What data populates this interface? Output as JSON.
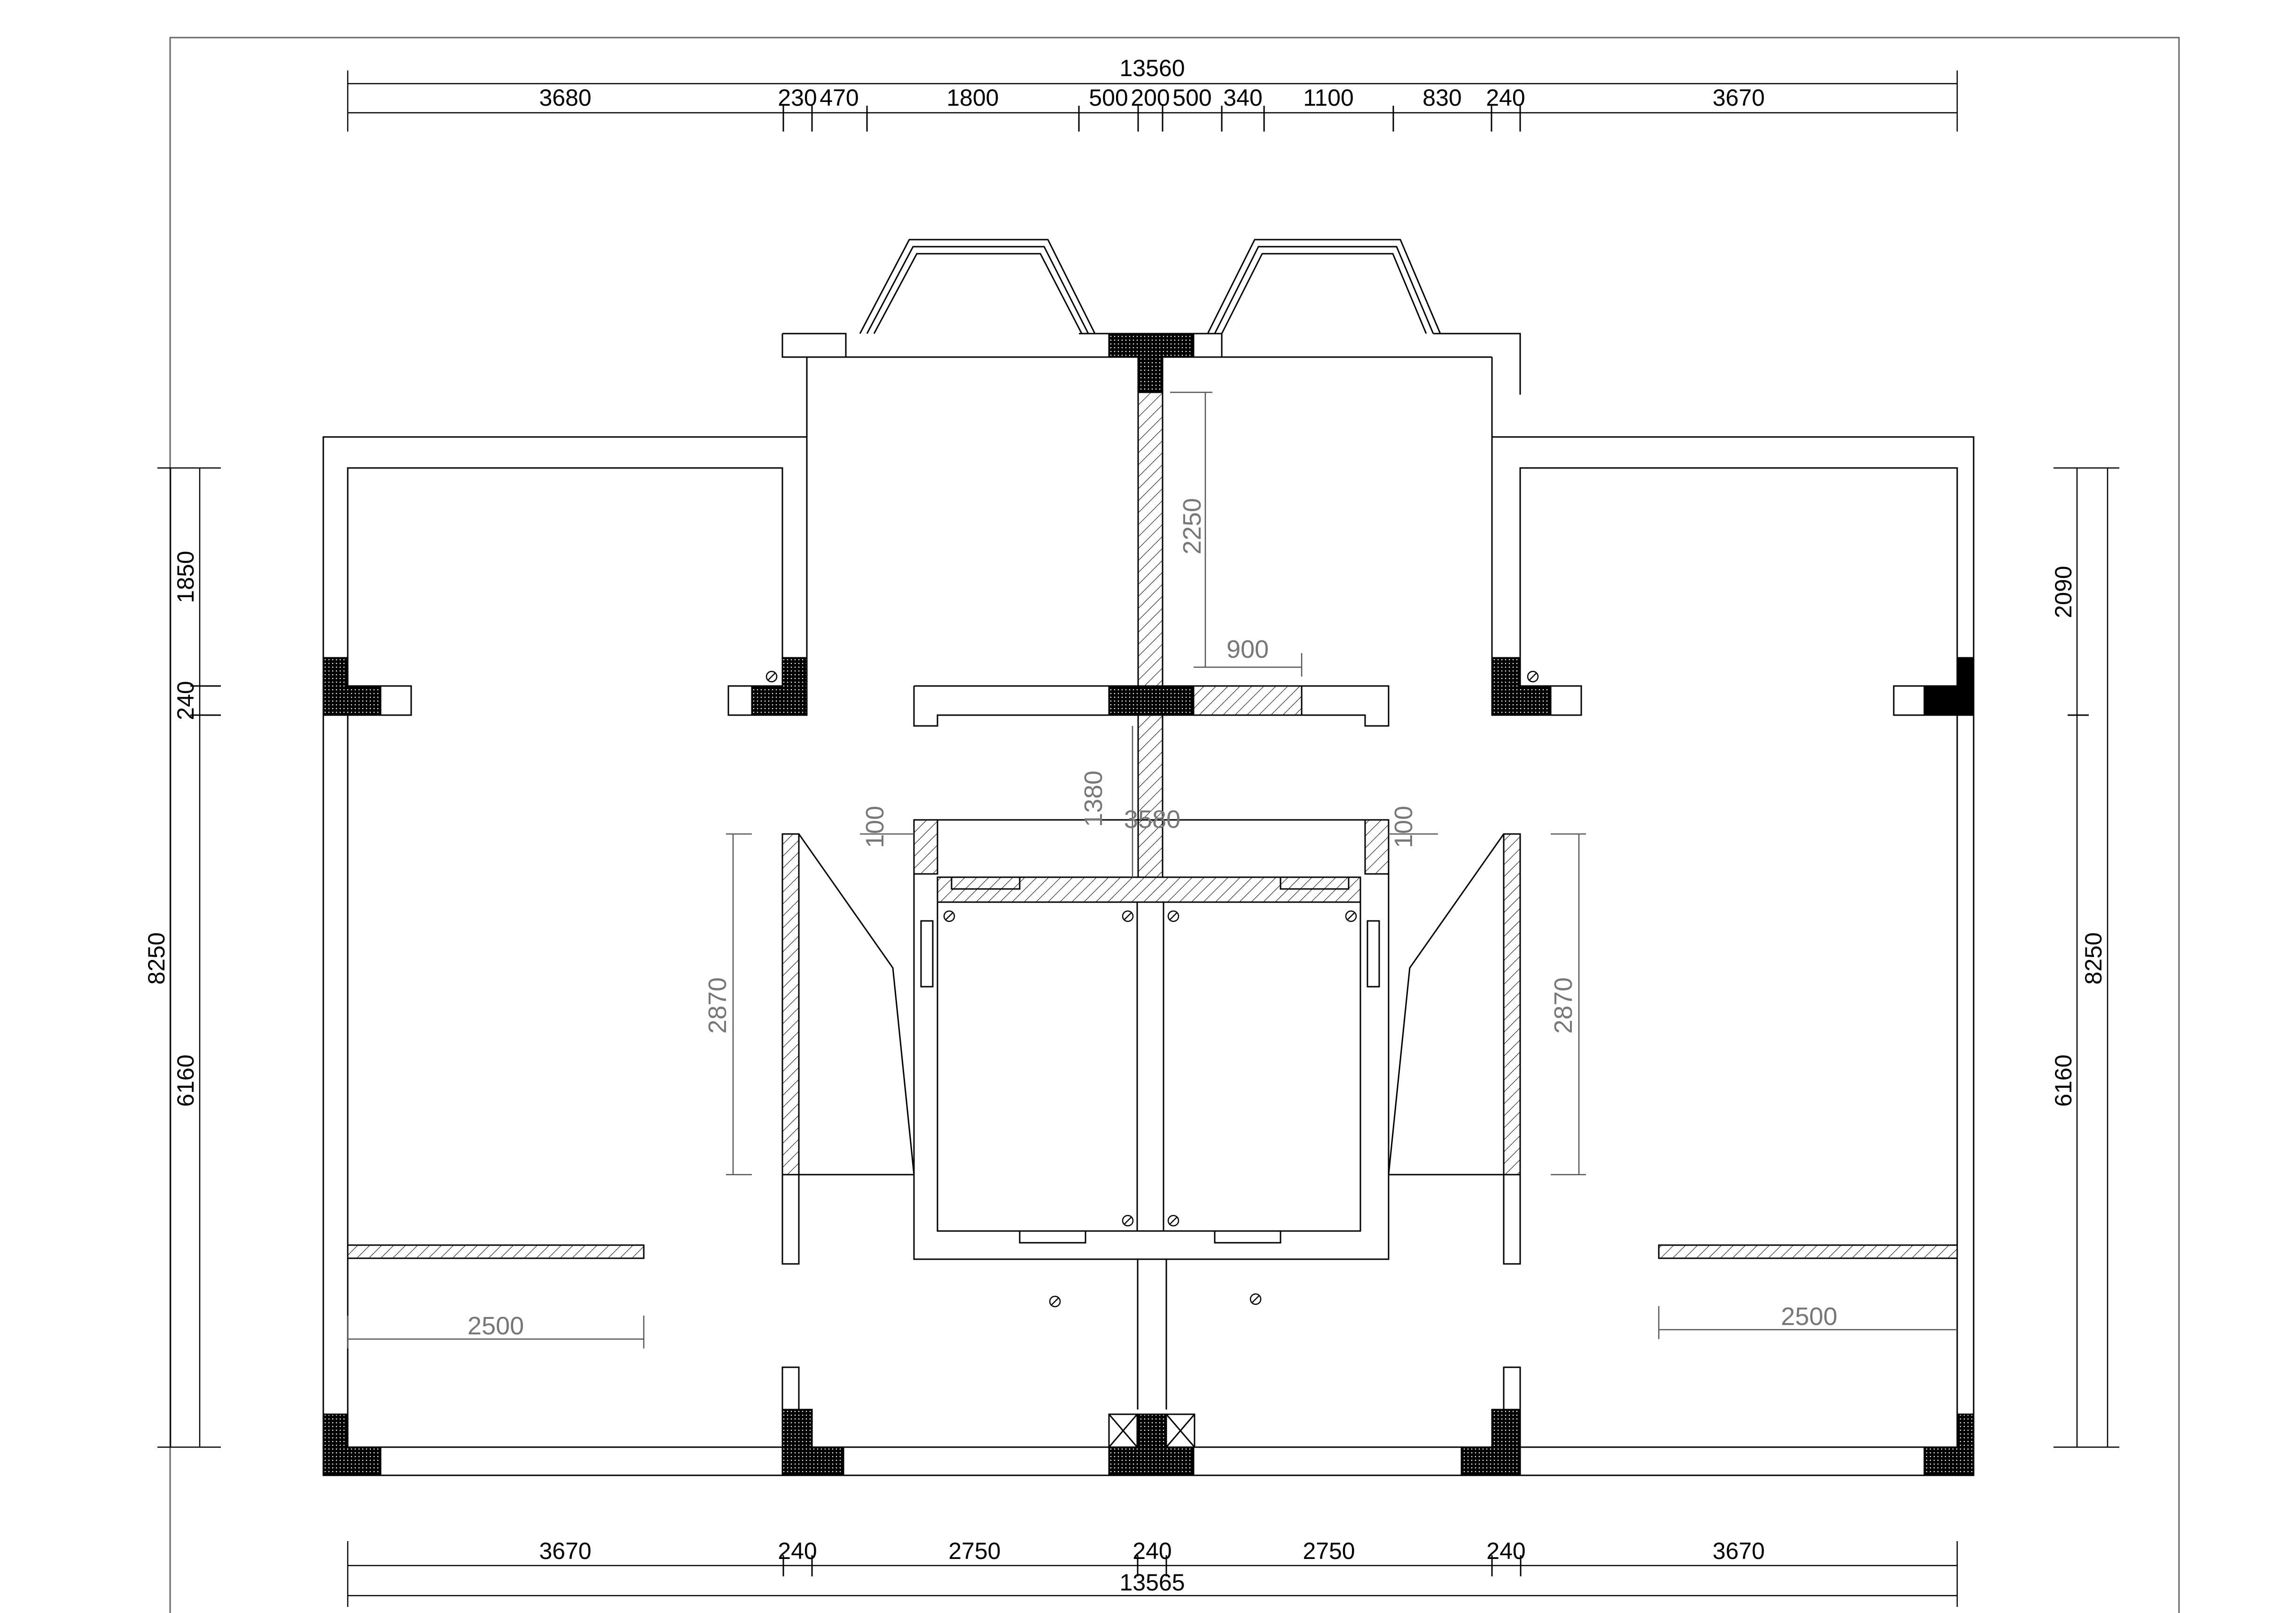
{
  "drawing": {
    "top_dims": {
      "total": "13560",
      "segments": [
        "3680",
        "230",
        "470",
        "1800",
        "500",
        "200",
        "500",
        "340",
        "1100",
        "830",
        "240",
        "3670"
      ]
    },
    "bottom_dims": {
      "total": "13565",
      "segments": [
        "3670",
        "240",
        "2750",
        "240",
        "2750",
        "240",
        "3670"
      ]
    },
    "left_dims": {
      "total": "8250",
      "segments": [
        "1850",
        "240",
        "6160"
      ]
    },
    "right_dims": {
      "total": "8250",
      "segments": [
        "2090",
        "6160"
      ]
    },
    "interior_dims": {
      "partition_height": "2250",
      "partition_width": "900",
      "corridor_gap": "1380",
      "core_width": "3580",
      "left_offset": "100",
      "right_offset": "100",
      "left_room_depth": "2870",
      "right_room_depth": "2870",
      "left_counter": "2500",
      "right_counter": "2500"
    }
  }
}
